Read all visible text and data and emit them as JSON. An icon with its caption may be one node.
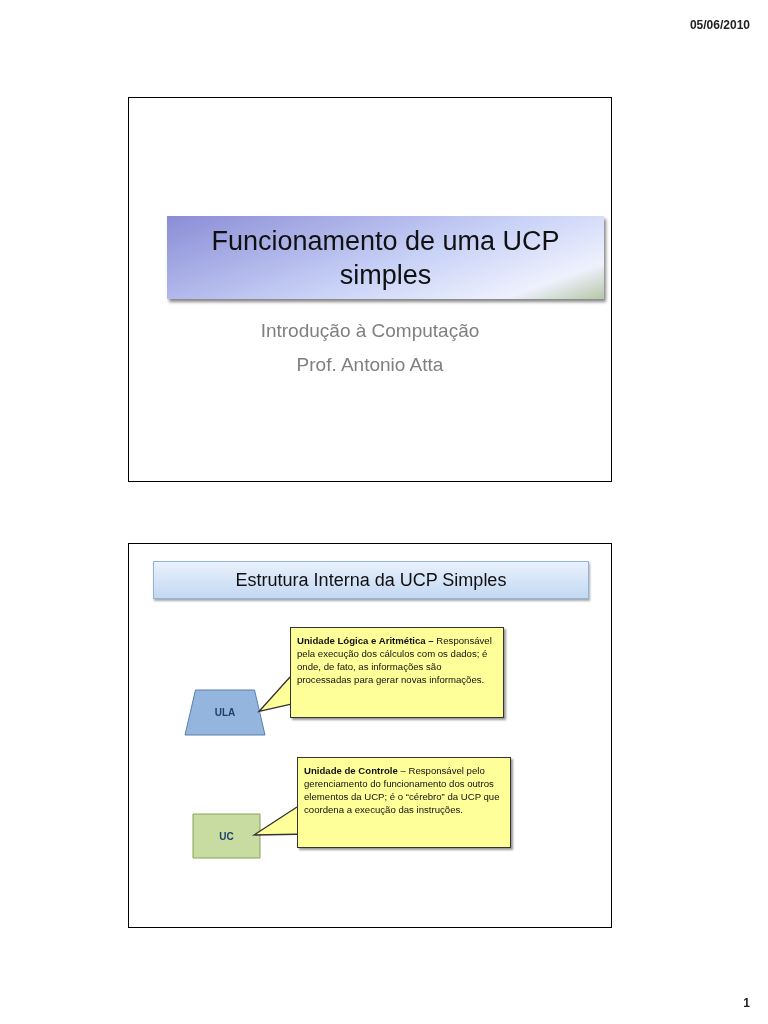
{
  "diagram": {
    "nodes": [
      {
        "text": [
          "Introdução à Computação",
          "Prof. Antonio Atta"
        ]
      },
      {
        "text": [
          "Funcionamento de uma UCP simples"
        ],
        "in": 0
      },
      {
        "text": [],
        "shape": "box"
      },
      {
        "text": [
          "Estrutura Interna da UCP Simples"
        ],
        "in": 2
      },
      {
        "text": [
          "**Unidade Lógica e Aritmética –** Responsável pela execução dos cálculos com os dados; é onde, de fato, as informações são processadas para gerar novas informações."
        ],
        "in": 2
      },
      {
        "text": [
          "ULA"
        ],
        "in": 2
      },
      {
        "text": [
          "**Unidade de Controle** – Responsável pelo gerenciamento do funcionamento dos outros elementos da UCP;  é o “cérebro” da UCP que coordena a execução das instruções."
        ],
        "in": 2
      },
      {
        "text": [
          "UC"
        ],
        "in": 2
      }
    ],
    "edges": [
      {
        "from": 4,
        "to": 5,
        "arrow": "to"
      },
      {
        "from": 6,
        "to": 7,
        "arrow": "to"
      }
    ],
    "labels": [
      "05/06/2010",
      "1"
    ]
  }
}
